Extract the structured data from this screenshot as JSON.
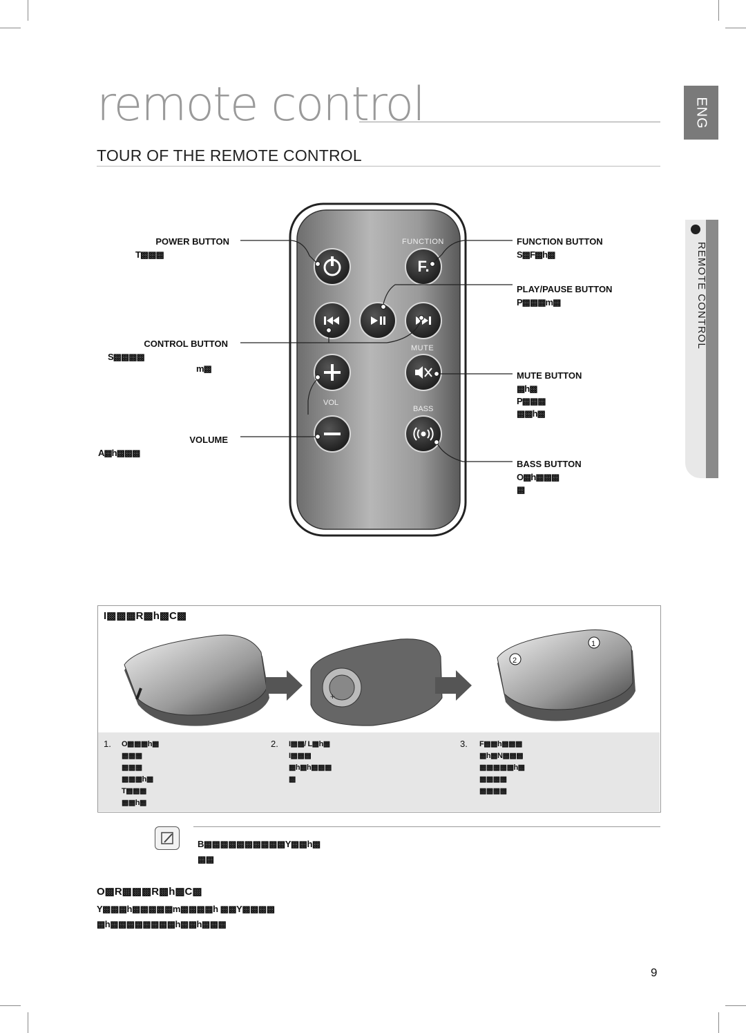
{
  "header": {
    "page_title": "remote control",
    "section_title": "TOUR OF THE REMOTE CONTROL",
    "lang_tab": "ENG",
    "side_tab": "REMOTE CONTROL"
  },
  "remote": {
    "function_label": "FUNCTION",
    "function_key": "F.",
    "mute_label": "MUTE",
    "vol_label": "VOL",
    "bass_label": "BASS"
  },
  "callouts": {
    "power": {
      "title": "POWER BUTTON",
      "text": "T▩▩▩"
    },
    "control": {
      "title": "CONTROL BUTTON",
      "line1": "S▩▩▩▩",
      "line2": "m▩"
    },
    "volume": {
      "title": "VOLUME",
      "text": "A▩h▩▩▩"
    },
    "function": {
      "title": "FUNCTION BUTTON",
      "text": "S▩F▩h▩"
    },
    "play_pause": {
      "title": "PLAY/PAUSE BUTTON",
      "text": "P▩▩▩m▩"
    },
    "mute": {
      "title": "MUTE BUTTON",
      "text": "▩h▩\nP▩▩▩\n▩▩h▩"
    },
    "bass": {
      "title": "BASS BUTTON",
      "text": "O▩h▩▩▩\n▩"
    }
  },
  "battery_box": {
    "title": "I▩▩▩R▩h▩C▩",
    "steps": [
      {
        "num": "1.",
        "text": "O▩▩▩h▩\n▩▩▩\n▩▩▩\n▩▩▩h▩\nT▩▩▩\n▩▩h▩"
      },
      {
        "num": "2.",
        "text": "I▩▩/ L▩h▩\nI▩▩▩\n▩h▩h▩▩▩\n▩"
      },
      {
        "num": "3.",
        "text": "F▩▩h▩▩▩\n▩h▩N▩▩▩\n▩▩▩▩▩h▩\n▩▩▩▩\n▩▩▩▩"
      }
    ]
  },
  "note": {
    "text": "B▩▩▩▩▩▩▩▩▩▩Y▩▩h▩\n▩▩"
  },
  "operation": {
    "title": "O▩R▩▩▩R▩h▩C▩",
    "text": "Y▩▩▩h▩▩▩▩▩m▩▩▩▩h ▩▩Y▩▩▩▩\n▩h▩▩▩▩▩▩▩▩h▩▩h▩▩▩"
  },
  "footer": {
    "page_number": "9"
  }
}
